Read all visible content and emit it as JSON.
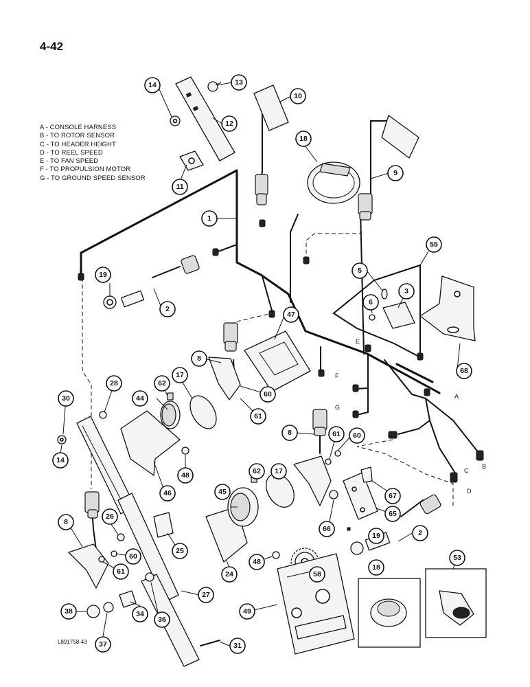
{
  "page_number": "4-42",
  "figure_code": "L891758-43",
  "legend": [
    "A - CONSOLE HARNESS",
    "B - TO ROTOR SENSOR",
    "C - TO HEADER HEIGHT",
    "D - TO REEL SPEED",
    "E - TO FAN SPEED",
    "F - TO PROPULSION MOTOR",
    "G - TO GROUND SPEED SENSOR"
  ],
  "wire_letters": [
    "A",
    "B",
    "C",
    "D",
    "E",
    "F",
    "G"
  ],
  "callouts": [
    "1",
    "2",
    "2",
    "3",
    "5",
    "6",
    "8",
    "8",
    "8",
    "9",
    "10",
    "11",
    "12",
    "13",
    "14",
    "14",
    "17",
    "17",
    "18",
    "18",
    "19",
    "19",
    "24",
    "25",
    "26",
    "27",
    "28",
    "30",
    "31",
    "34",
    "36",
    "37",
    "38",
    "44",
    "45",
    "46",
    "47",
    "48",
    "48",
    "49",
    "53",
    "55",
    "58",
    "60",
    "60",
    "60",
    "61",
    "61",
    "61",
    "62",
    "62",
    "65",
    "66",
    "67",
    "68"
  ]
}
